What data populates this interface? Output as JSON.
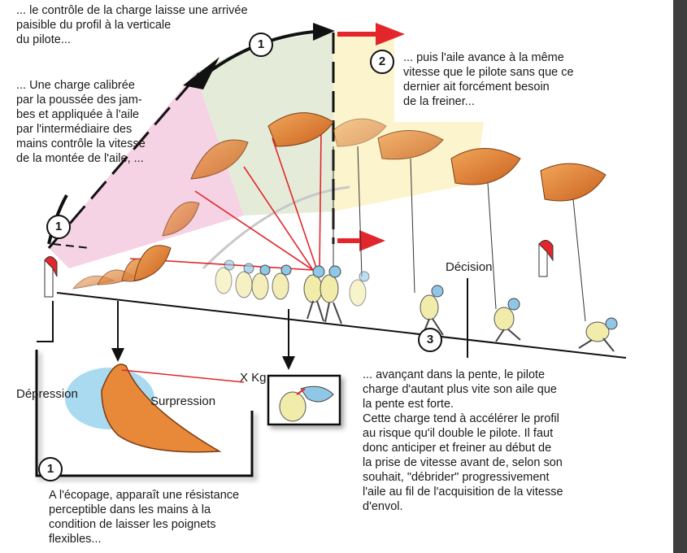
{
  "texts": {
    "top_left": "... le contrôle de la charge laisse une arrivée\npaisible du profil à la verticale\ndu pilote...",
    "left_middle": "... Une charge calibrée\npar la poussée des jam-\nbes et appliquée à l'aile\npar l'intermédiaire des\nmains contrôle la vitesse\nde la montée de l'aile, ...",
    "top_right": "... puis l'aile avance à la même\nvitesse que le pilote sans que ce\n dernier ait forcément besoin\nde  la freiner...",
    "bottom_right": "...  avançant dans la pente, le pilote\ncharge d'autant plus vite son aile que\nla pente est forte.\nCette charge tend à accélérer le profil\n au risque qu'il double le pilote. Il faut\ndonc anticiper et freiner au début de\nla prise de vitesse avant de,  selon son\nsouhait,  \"débrider\" progressivement\nl'aile au fil de l'acquisition de la vitesse\nd'envol.",
    "bottom_left": "A l'écopage, apparaît une résistance\nperceptible dans les mains à la\ncondition de laisser les poignets\nflexibles..."
  },
  "labels": {
    "decision": "Décision",
    "depression": "Dépression",
    "surpression": "Surpression",
    "weight": "X Kg"
  },
  "step_numbers": {
    "arc_top": "1",
    "arc_left": "1",
    "advance": "2",
    "slope": "3",
    "scoop": "1"
  },
  "colors": {
    "pink_zone": "#f6d3e4",
    "green_zone": "#e4ecd9",
    "yellow_zone": "#fbf3c6",
    "wing_orange": "#e8893a",
    "wing_dark": "#b3551a",
    "arrow_red": "#e3262b",
    "pilot_yellow": "#f2ecaa",
    "pilot_blue": "#8fc7e6",
    "pressure_blue": "#a9daf0"
  }
}
